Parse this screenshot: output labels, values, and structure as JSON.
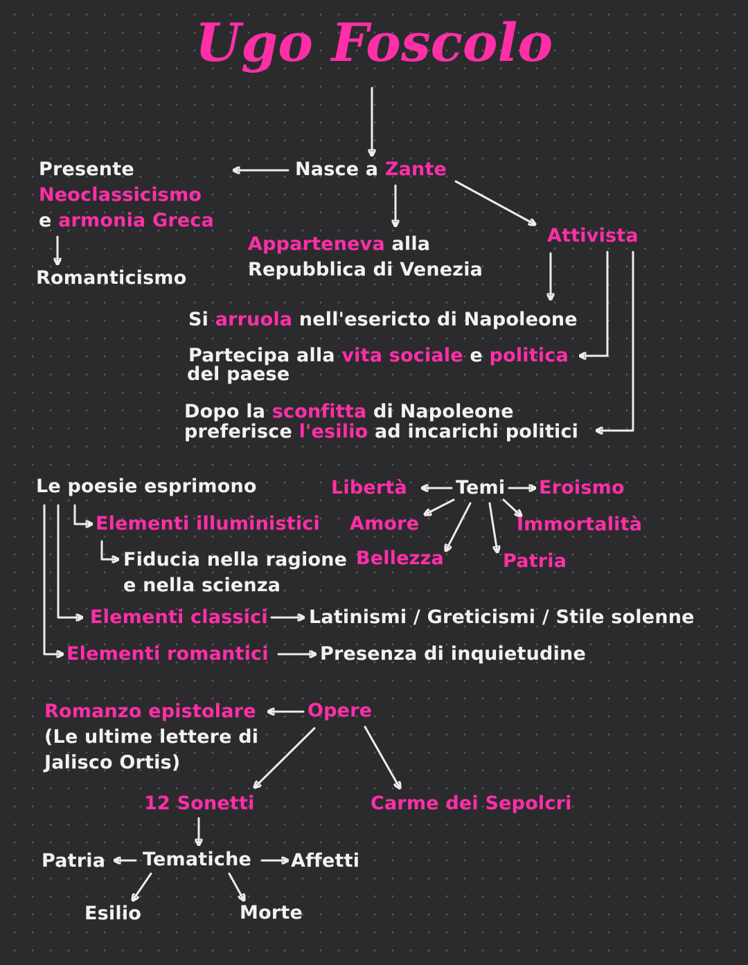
{
  "title": "Ugo Foscolo",
  "colors": {
    "background": "#2b2b2d",
    "text": "#f2f2f2",
    "accent": "#ff2fa8",
    "arrow": "#ececec"
  },
  "life": {
    "nasce_pre": "Nasce a ",
    "nasce_hl": "Zante",
    "presente": "Presente",
    "neoclassicismo": "Neoclassicismo",
    "e": "e ",
    "armonia": "armonia Greca",
    "romanticismo": "Romanticismo",
    "apparteneva_hl": "Apparteneva",
    "apparteneva_rest": " alla",
    "repubblica": "Repubblica di Venezia",
    "attivista": "Attivista",
    "arruola_pre": "Si ",
    "arruola_hl": "arruola",
    "arruola_rest": " nell'esericto di Napoleone",
    "partecipa_pre": "Partecipa alla ",
    "partecipa_hl1": "vita sociale",
    "partecipa_mid": " e ",
    "partecipa_hl2": "politica",
    "partecipa_line2": "del paese",
    "dopo_pre": "Dopo la ",
    "dopo_hl": "sconfitta",
    "dopo_rest": " di Napoleone",
    "preferisce_pre": "preferisce ",
    "preferisce_hl": "l'esilio",
    "preferisce_rest": " ad incarichi politici"
  },
  "poesie": {
    "intro": "Le poesie esprimono",
    "illuministici": "Elementi illuministici",
    "fiducia1": "Fiducia nella ragione",
    "fiducia2": "e nella scienza",
    "classici": "Elementi classici",
    "classici_desc": "Latinismi / Greticismi / Stile solenne",
    "romantici": "Elementi romantici",
    "romantici_desc": "Presenza di inquietudine"
  },
  "temi": {
    "center": "Temi",
    "items": [
      "Libertà",
      "Eroismo",
      "Amore",
      "Immortalità",
      "Bellezza",
      "Patria"
    ]
  },
  "opere": {
    "center": "Opere",
    "romanzo": "Romanzo epistolare",
    "romanzo_l2": "(Le ultime lettere di",
    "romanzo_l3": "Jalisco Ortis)",
    "sonetti": "12 Sonetti",
    "carme": "Carme dei Sepolcri",
    "tematiche": "Tematiche",
    "patria": "Patria",
    "affetti": "Affetti",
    "esilio": "Esilio",
    "morte": "Morte"
  }
}
